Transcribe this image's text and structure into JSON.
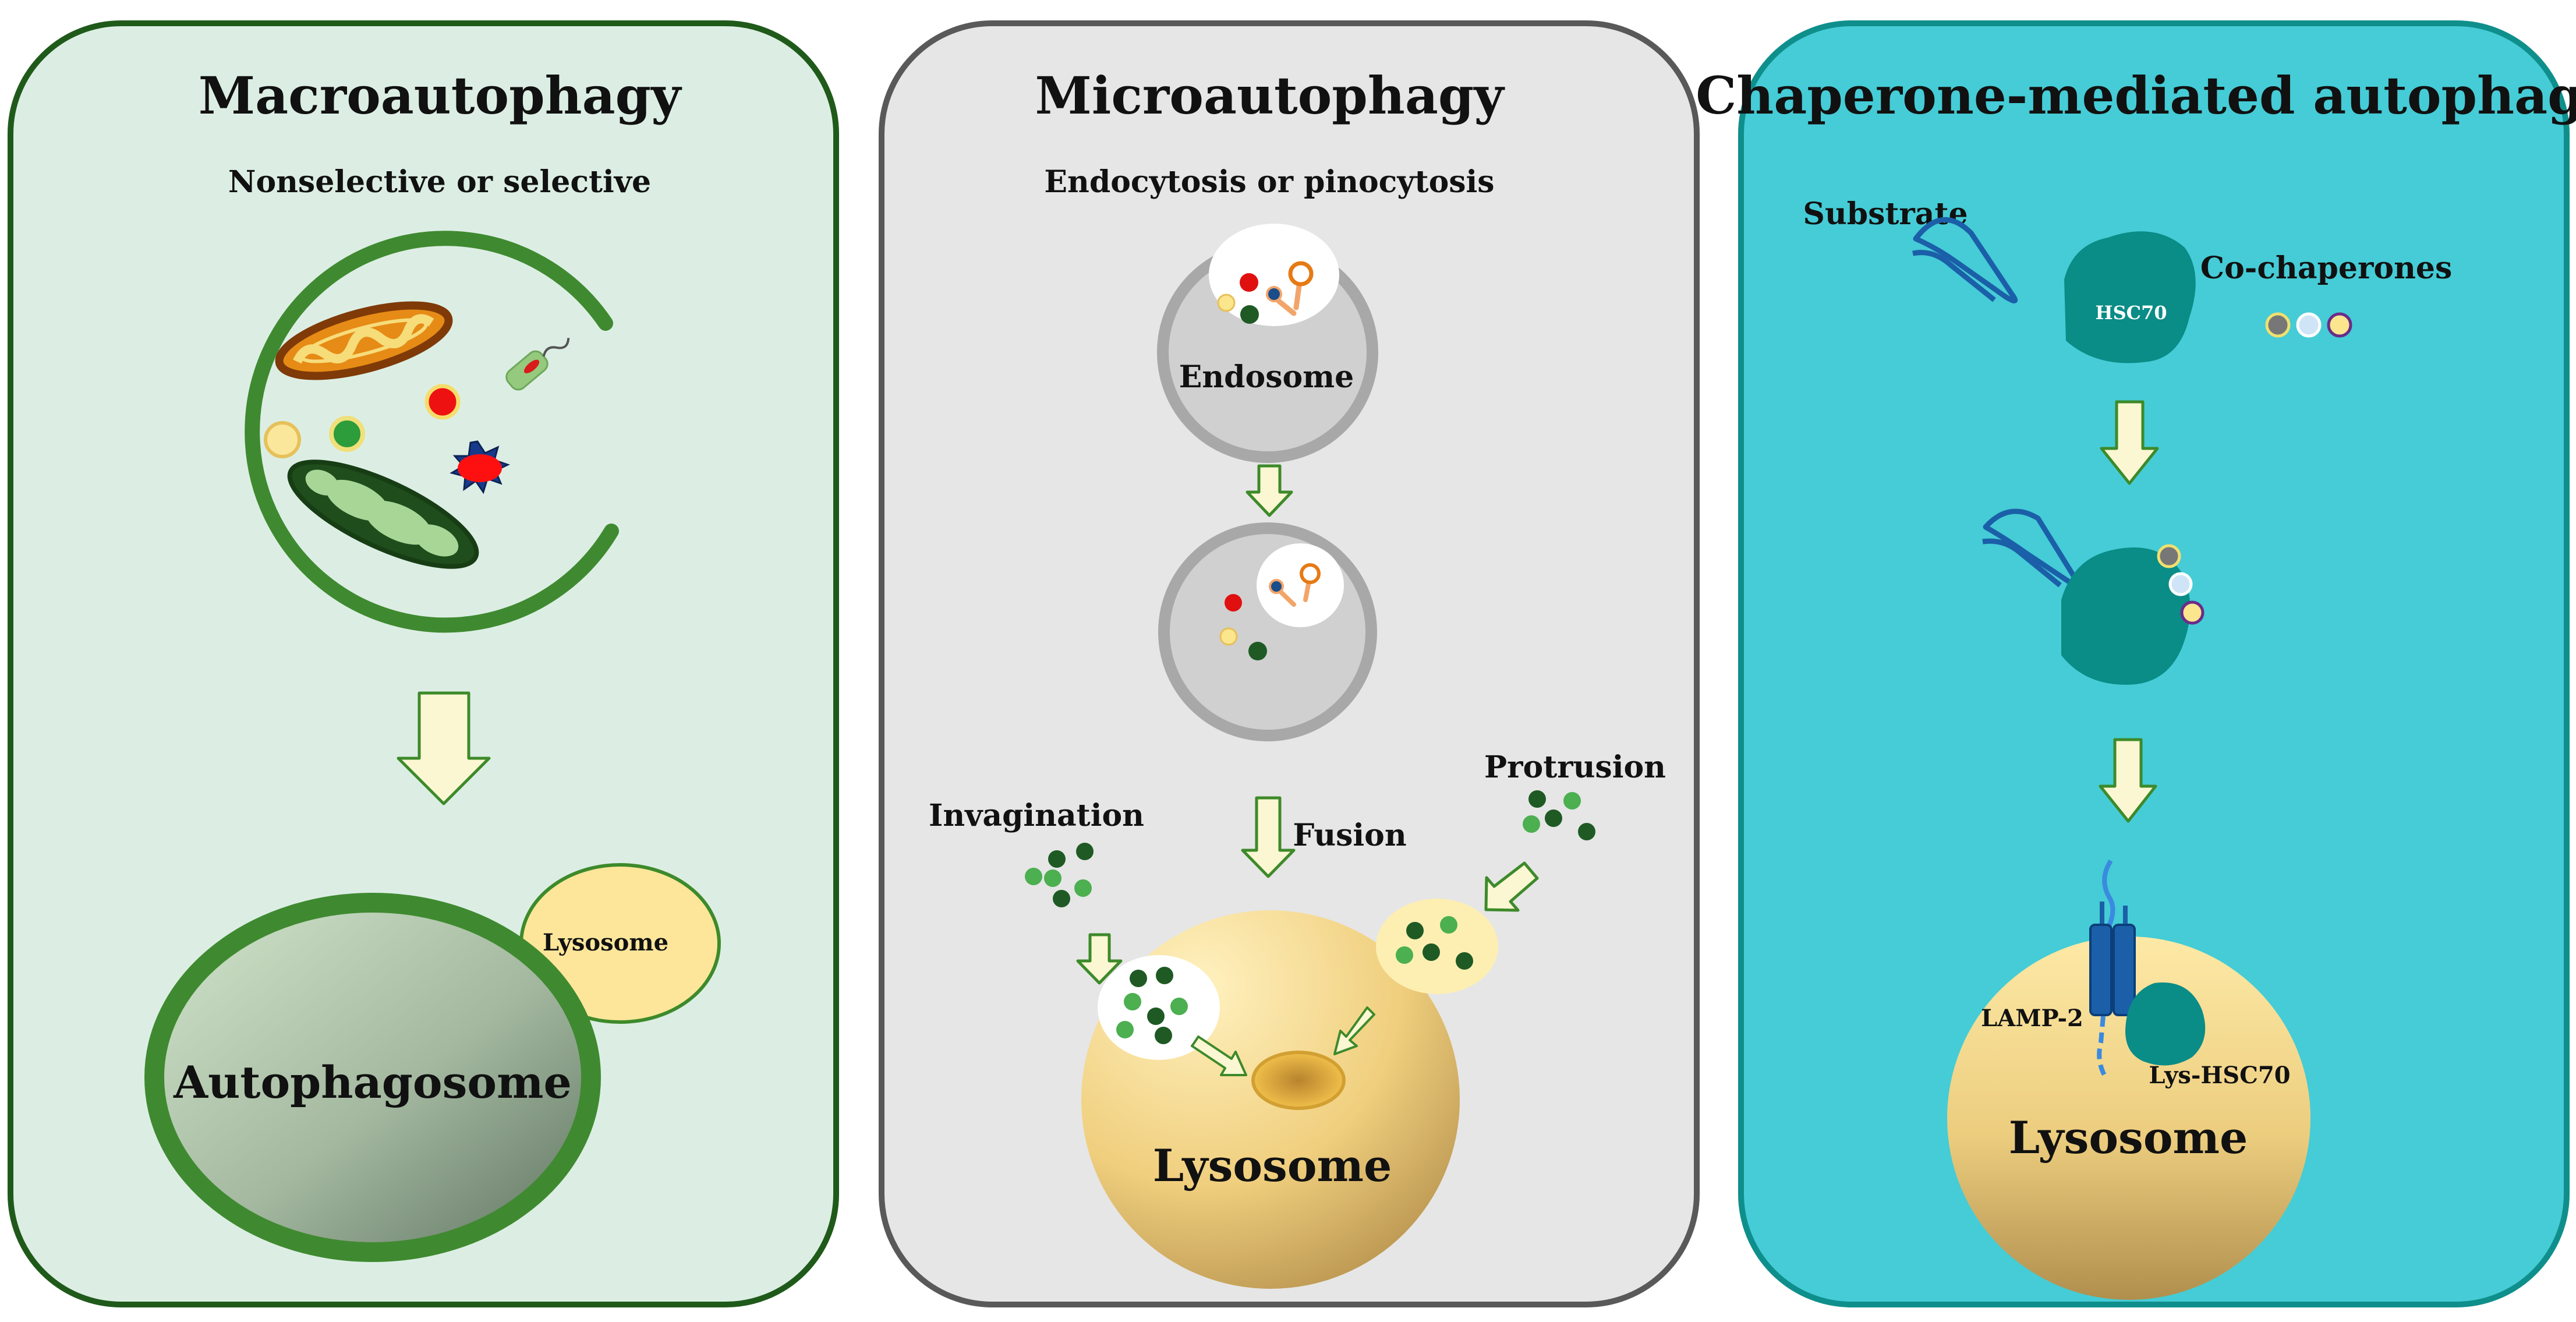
{
  "panels": {
    "macro": {
      "title": "Macroautophagy",
      "subtitle": "Nonselective or selective",
      "lysosome_label": "Lysosome",
      "autophagosome_label": "Autophagosome"
    },
    "micro": {
      "title": "Microautophagy",
      "subtitle": "Endocytosis or pinocytosis",
      "endosome_label": "Endosome",
      "invagination_label": "Invagination",
      "fusion_label": "Fusion",
      "protrusion_label": "Protrusion",
      "lysosome_label": "Lysosome"
    },
    "cma": {
      "title": "Chaperone-mediated autophagy",
      "substrate_label": "Substrate",
      "hsc70_label": "HSC70",
      "cochaperones_label": "Co-chaperones",
      "lamp2_label": "LAMP-2",
      "lys_hsc70_label": "Lys-HSC70",
      "lysosome_label": "Lysosome"
    }
  },
  "colors": {
    "macro_bg": "#dceee4",
    "macro_border": "#1f5a1a",
    "micro_bg": "#e6e6e6",
    "micro_border": "#595959",
    "cma_bg": "#45ccd6",
    "cma_border": "#0f8f8c",
    "arrow_fill": "#fbf7d2",
    "arrow_stroke": "#3d8a2a",
    "hsc70": "#0a8c87",
    "lysosome_light": "#fbe9a8",
    "lysosome_dark": "#c2a35b"
  }
}
